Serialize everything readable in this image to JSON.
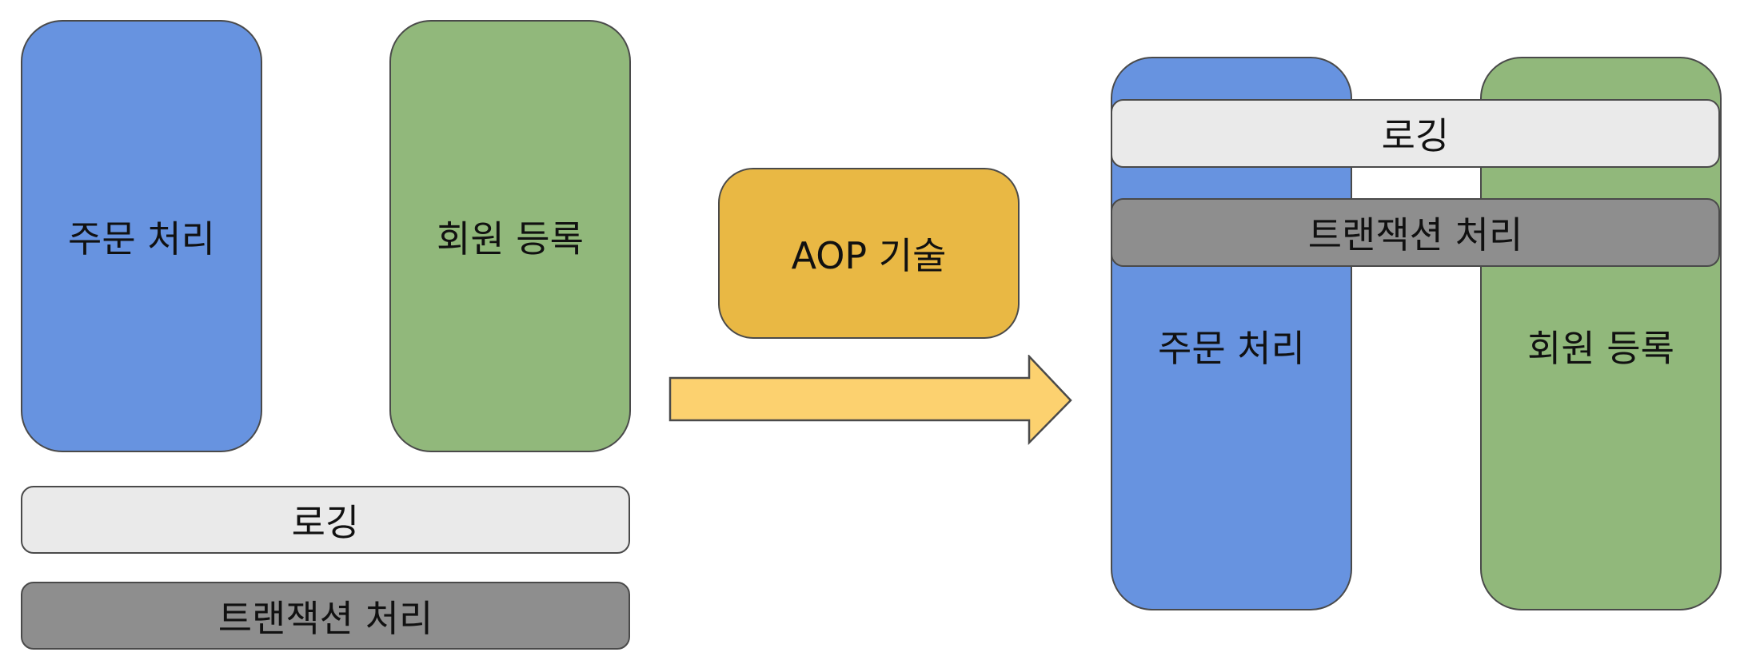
{
  "before": {
    "order_module": "주문 처리",
    "member_module": "회원 등록",
    "logging": "로깅",
    "transaction": "트랜잭션 처리"
  },
  "aop": {
    "label": "AOP 기술"
  },
  "after": {
    "order_module": "주문 처리",
    "member_module": "회원 등록",
    "logging": "로깅",
    "transaction": "트랜잭션 처리"
  },
  "colors": {
    "order": "#6793e0",
    "member": "#91b87b",
    "logging": "#eaeaea",
    "transaction": "#8e8e8e",
    "aop": "#e9b844",
    "arrow": "#fcd16f",
    "border": "#4a4a4a"
  }
}
